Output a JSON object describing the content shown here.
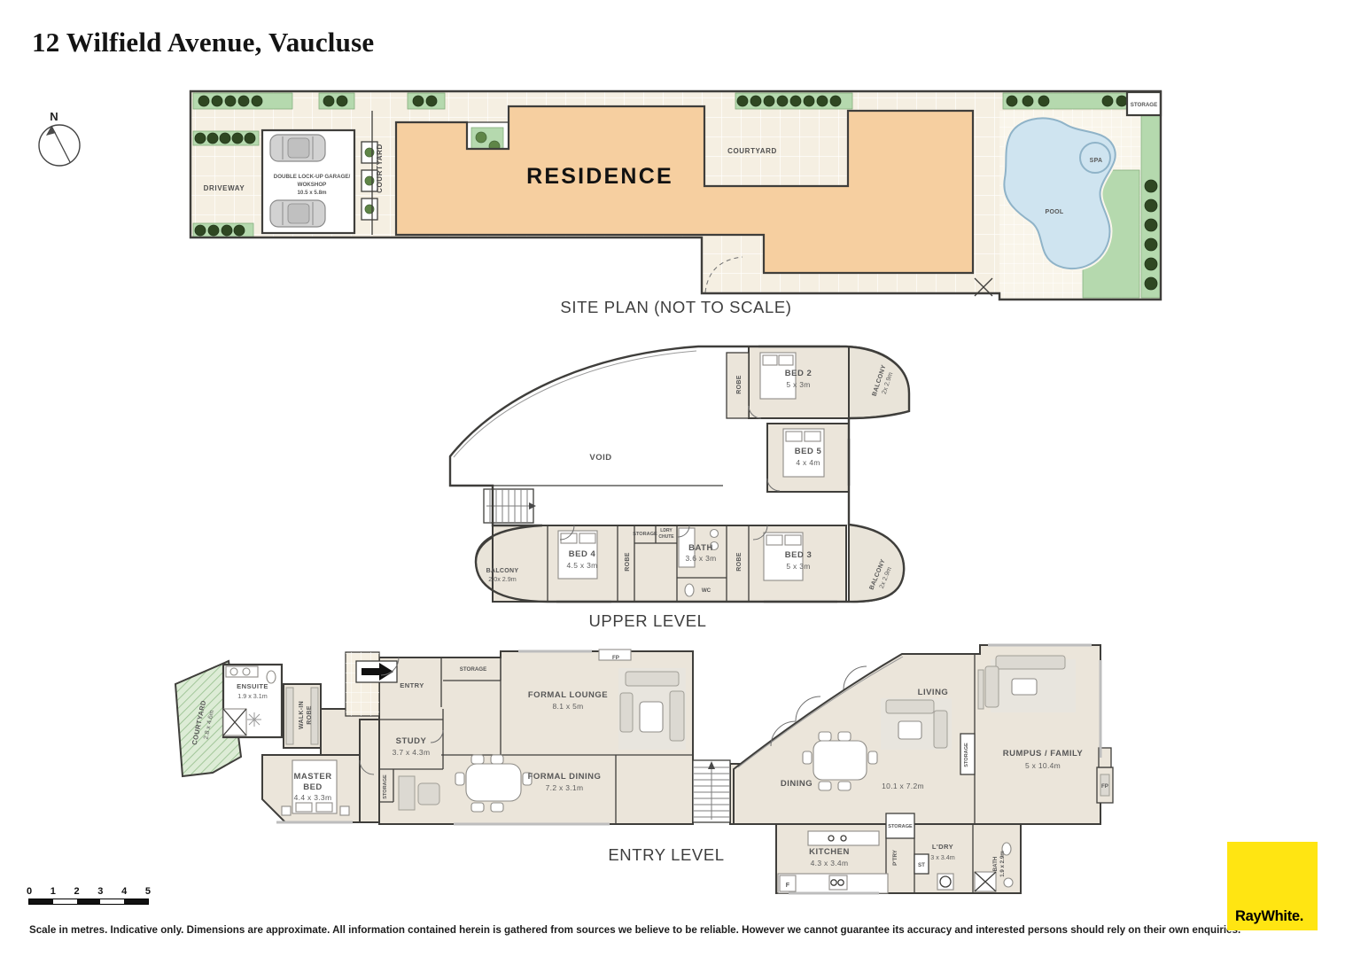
{
  "page": {
    "title": "12 Wilfield Avenue, Vaucluse",
    "compass_label": "N",
    "disclaimer": "Scale in metres. Indicative only. Dimensions are approximate. All information contained herein is gathered from sources we believe to be reliable. However we cannot guarantee its accuracy and interested persons should rely on their own enquiries.",
    "brand": "RayWhite.",
    "scale_ticks": [
      "0",
      "1",
      "2",
      "3",
      "4",
      "5"
    ]
  },
  "colors": {
    "wall": "#3f3e3b",
    "room": "#ebe5da",
    "ground": "#f5efe2",
    "residence": "#f6cfa0",
    "green": "#b5d9ae",
    "pool": "#cfe4f0",
    "yellow": "#ffe512"
  },
  "site_plan": {
    "caption": "SITE PLAN (NOT TO SCALE)",
    "labels": {
      "driveway": "DRIVEWAY",
      "garage_l1": "DOUBLE LOCK-UP GARAGE/",
      "garage_l2": "WOKSHOP",
      "garage_l3": "10.5 x 5.8m",
      "courtyard_left": "COURTYARD",
      "residence": "RESIDENCE",
      "courtyard_top": "COURTYARD",
      "spa": "SPA",
      "pool": "POOL",
      "storage": "STORAGE"
    }
  },
  "upper_level": {
    "caption": "UPPER LEVEL",
    "rooms": [
      {
        "lines": [
          "BED 2",
          "5 x 3m"
        ]
      },
      {
        "lines": [
          "BALCONY",
          "2x 2.9m"
        ]
      },
      {
        "lines": [
          "ROBE"
        ]
      },
      {
        "lines": [
          "BED 5",
          "4 x 4m"
        ]
      },
      {
        "lines": [
          "VOID"
        ]
      },
      {
        "lines": [
          "BALCONY",
          "2.0x 2.9m"
        ]
      },
      {
        "lines": [
          "BED 4",
          "4.5 x 3m"
        ]
      },
      {
        "lines": [
          "ROBE"
        ]
      },
      {
        "lines": [
          "STORAGE"
        ]
      },
      {
        "lines": [
          "LDRY",
          "CHUTE"
        ]
      },
      {
        "lines": [
          "BATH",
          "3.6 x 3m"
        ]
      },
      {
        "lines": [
          "WC"
        ]
      },
      {
        "lines": [
          "ROBE"
        ]
      },
      {
        "lines": [
          "BED 3",
          "5 x 3m"
        ]
      },
      {
        "lines": [
          "BALCONY",
          "2x 2.9m"
        ]
      }
    ]
  },
  "entry_level": {
    "caption": "ENTRY LEVEL",
    "rooms": [
      {
        "lines": [
          "COURTYARD",
          "2.8 x 4.6m"
        ]
      },
      {
        "lines": [
          "ENSUITE",
          "1.9 x 3.1m"
        ]
      },
      {
        "lines": [
          "WALK-IN",
          "ROBE"
        ]
      },
      {
        "lines": [
          "ENTRY"
        ]
      },
      {
        "lines": [
          "STORAGE"
        ]
      },
      {
        "lines": [
          "FORMAL LOUNGE",
          "8.1 x 5m"
        ]
      },
      {
        "lines": [
          "FP"
        ]
      },
      {
        "lines": [
          "MASTER",
          "BED",
          "4.4 x 3.3m"
        ]
      },
      {
        "lines": [
          "STUDY",
          "3.7 x 4.3m"
        ]
      },
      {
        "lines": [
          "STORAGE"
        ]
      },
      {
        "lines": [
          "FORMAL DINING",
          "7.2 x 3.1m"
        ]
      },
      {
        "lines": [
          "DINING"
        ]
      },
      {
        "lines": [
          "LIVING"
        ]
      },
      {
        "lines": [
          "10.1 x 7.2m"
        ]
      },
      {
        "lines": [
          "STORAGE"
        ]
      },
      {
        "lines": [
          "RUMPUS / FAMILY",
          "5 x 10.4m"
        ]
      },
      {
        "lines": [
          "FP"
        ]
      },
      {
        "lines": [
          "KITCHEN",
          "4.3 x 3.4m"
        ]
      },
      {
        "lines": [
          "STORAGE"
        ]
      },
      {
        "lines": [
          "P'TRY"
        ]
      },
      {
        "lines": [
          "ST"
        ]
      },
      {
        "lines": [
          "L'DRY",
          "3 x 3.4m"
        ]
      },
      {
        "lines": [
          "BATH",
          "1.9 x 2.9m"
        ]
      },
      {
        "lines": [
          "F"
        ]
      }
    ]
  }
}
